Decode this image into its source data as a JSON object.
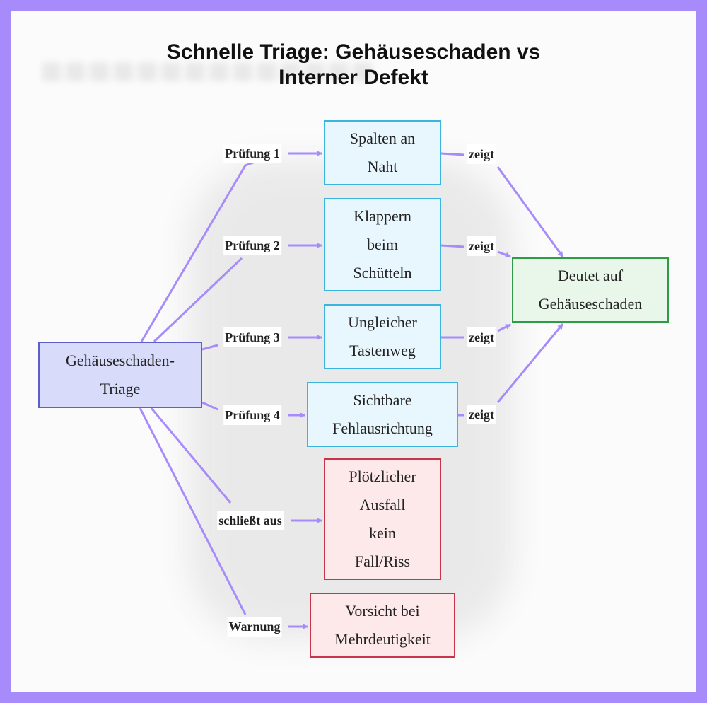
{
  "title": {
    "line1": "Schnelle Triage: Gehäuseschaden vs",
    "line2": "Interner Defekt"
  },
  "nodes": {
    "root": {
      "lines": [
        "Gehäuseschaden-",
        "Triage"
      ]
    },
    "check1": {
      "lines": [
        "Spalten an",
        "Naht"
      ]
    },
    "check2": {
      "lines": [
        "Klappern",
        "beim",
        "Schütteln"
      ]
    },
    "check3": {
      "lines": [
        "Ungleicher",
        "Tastenweg"
      ]
    },
    "check4": {
      "lines": [
        "Sichtbare",
        "Fehlausrichtung"
      ]
    },
    "result": {
      "lines": [
        "Deutet auf",
        "Gehäuseschaden"
      ]
    },
    "exclude": {
      "lines": [
        "Plötzlicher",
        "Ausfall",
        "kein",
        "Fall/Riss"
      ]
    },
    "warning": {
      "lines": [
        "Vorsicht bei",
        "Mehrdeutigkeit"
      ]
    }
  },
  "edge_labels": {
    "pruefung1": "Prüfung 1",
    "pruefung2": "Prüfung 2",
    "pruefung3": "Prüfung 3",
    "pruefung4": "Prüfung 4",
    "schliesst_aus": "schließt aus",
    "warnung": "Warnung",
    "zeigt1": "zeigt",
    "zeigt2": "zeigt",
    "zeigt3": "zeigt",
    "zeigt4": "zeigt"
  },
  "colors": {
    "edge": "#a78bfa",
    "root_fill": "#d9dbfa",
    "check_fill": "#e8f6fd",
    "result_fill": "#e9f6ea",
    "warn_fill": "#fde9ea"
  }
}
